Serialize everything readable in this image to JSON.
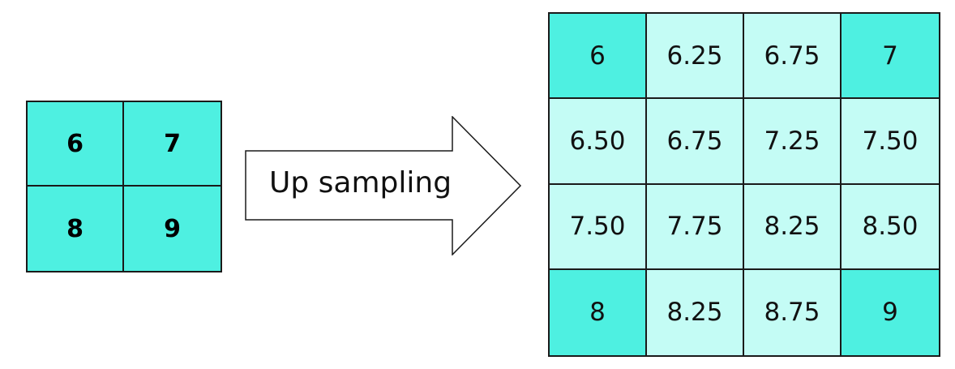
{
  "input_grid": {
    "cells": [
      "6",
      "7",
      "8",
      "9"
    ]
  },
  "arrow": {
    "label": "Up sampling"
  },
  "output_grid": {
    "cells": [
      "6",
      "6.25",
      "6.75",
      "7",
      "6.50",
      "6.75",
      "7.25",
      "7.50",
      "7.50",
      "7.75",
      "8.25",
      "8.50",
      "8",
      "8.25",
      "8.75",
      "9"
    ]
  },
  "colors": {
    "corner_fill": "#4ef0e1",
    "interpolated_fill": "#c4fcf5",
    "border": "#1a1a1a"
  }
}
